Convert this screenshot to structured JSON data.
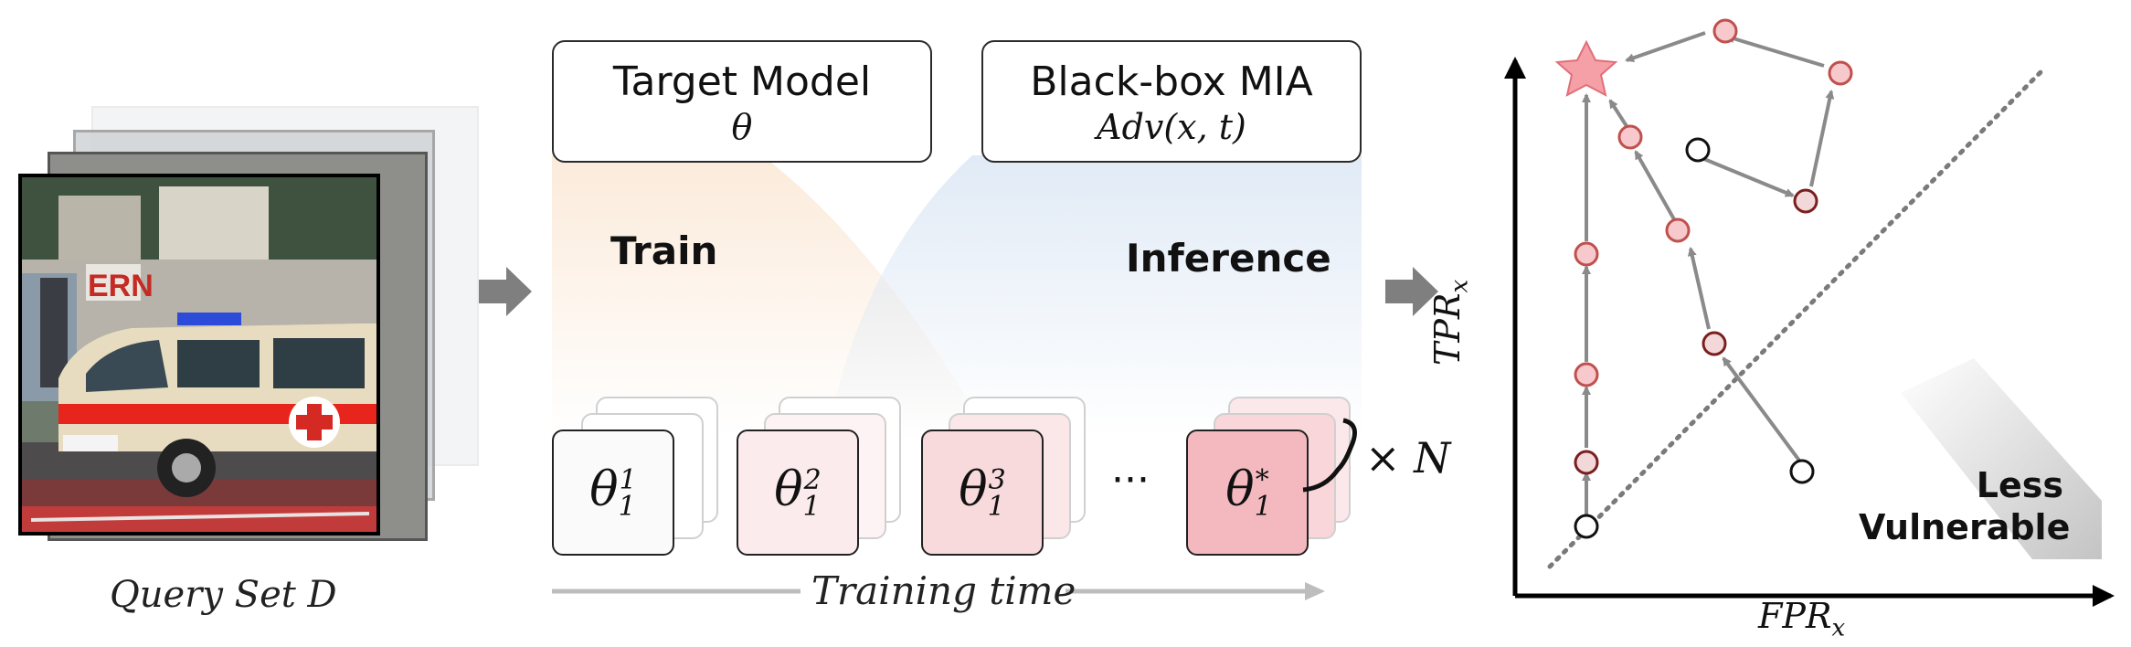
{
  "query_set": {
    "label": "Query Set",
    "symbol": "D"
  },
  "boxes": {
    "target_model": {
      "title": "Target Model",
      "symbol": "θ"
    },
    "mia": {
      "title": "Black-box MIA",
      "formula": "Adv(x, t)"
    }
  },
  "phases": {
    "train": "Train",
    "inference": "Inference"
  },
  "checkpoints": [
    {
      "base": "θ",
      "sup": "1",
      "sub": "1",
      "color": "#fafafa"
    },
    {
      "base": "θ",
      "sup": "2",
      "sub": "1",
      "color": "#fbebec"
    },
    {
      "base": "θ",
      "sup": "3",
      "sub": "1",
      "color": "#f8dadd"
    },
    {
      "base": "θ",
      "sup": "*",
      "sub": "1",
      "color": "#f3b9bf"
    }
  ],
  "ellipsis": "···",
  "repeat_label": "× N",
  "training_time_label": "Training time",
  "plot": {
    "xlabel": "FPR",
    "xlabel_sub": "x",
    "ylabel": "TPR",
    "ylabel_sub": "x",
    "less_vulnerable_line1": "Less",
    "less_vulnerable_line2": "Vulnerable"
  },
  "colors": {
    "point_fill": "#f7c9cc",
    "point_stroke": "#c0504d",
    "point_stroke_dark": "#7a1f1f",
    "arrow": "#8a8a8a",
    "star": "#f4a0a6"
  }
}
